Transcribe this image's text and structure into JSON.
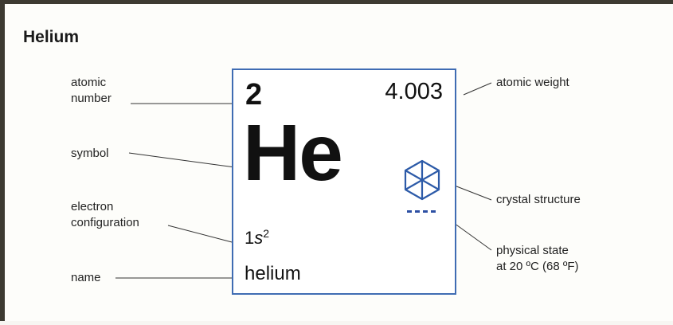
{
  "title": "Helium",
  "element": {
    "atomic_number": "2",
    "atomic_weight": "4.003",
    "symbol": "He",
    "config_prefix": "1",
    "config_orbital": "s",
    "config_power": "2",
    "name": "helium"
  },
  "labels": {
    "atomic_number_1": "atomic",
    "atomic_number_2": "number",
    "symbol": "symbol",
    "electron_config_1": "electron",
    "electron_config_2": "configuration",
    "name": "name",
    "atomic_weight": "atomic weight",
    "crystal_structure": "crystal structure",
    "physical_state_1": "physical state",
    "physical_state_2": "at 20 ºC (68 ºF)"
  },
  "colors": {
    "card_border": "#3f6cb3",
    "crystal_icon": "#2c5aa8",
    "state_dashes": "#2c4fa3"
  },
  "icons": {
    "crystal": "hexagonal-crystal-icon",
    "state": "gas-dashes-icon"
  }
}
